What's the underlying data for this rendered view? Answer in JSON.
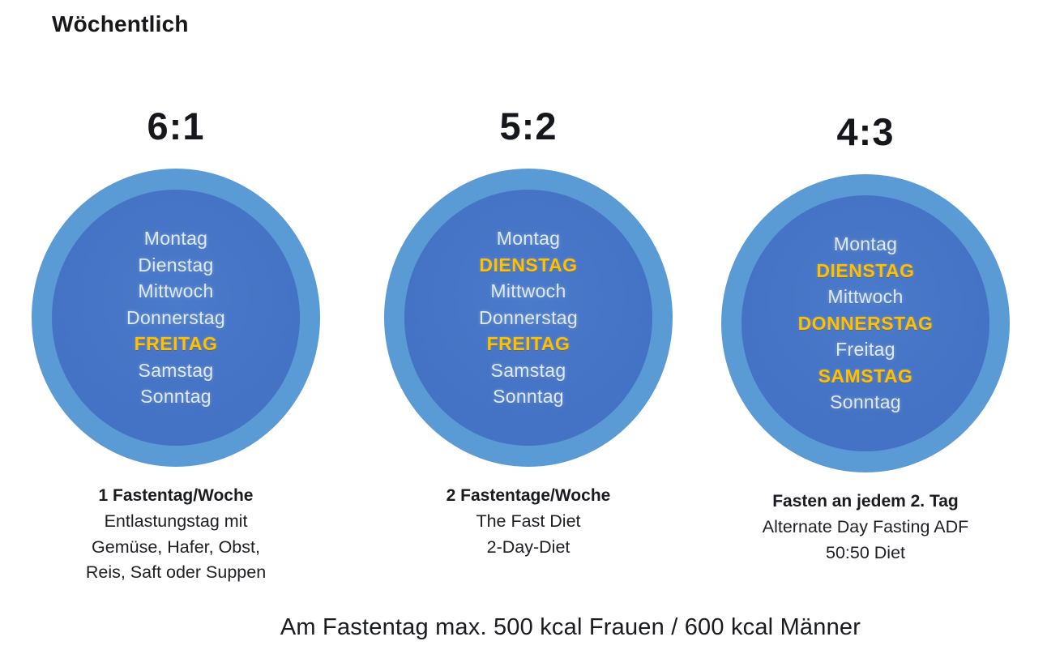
{
  "page": {
    "title": "Wöchentlich",
    "footer": "Am Fastentag max. 500 kcal Frauen / 600 kcal Männer"
  },
  "colors": {
    "ring": "#5B9BD5",
    "core": "#4472C4",
    "day_text": "#DCEBF7",
    "highlight": "#FFC000"
  },
  "plans": [
    {
      "ratio": "6:1",
      "days": [
        {
          "label": "Montag",
          "fasting": false
        },
        {
          "label": "Dienstag",
          "fasting": false
        },
        {
          "label": "Mittwoch",
          "fasting": false
        },
        {
          "label": "Donnerstag",
          "fasting": false
        },
        {
          "label": "FREITAG",
          "fasting": true
        },
        {
          "label": "Samstag",
          "fasting": false
        },
        {
          "label": "Sonntag",
          "fasting": false
        }
      ],
      "caption_title": "1 Fastentag/Woche",
      "caption_lines": [
        "Entlastungstag mit",
        "Gemüse, Hafer, Obst,",
        "Reis, Saft oder Suppen"
      ]
    },
    {
      "ratio": "5:2",
      "days": [
        {
          "label": "Montag",
          "fasting": false
        },
        {
          "label": "DIENSTAG",
          "fasting": true
        },
        {
          "label": "Mittwoch",
          "fasting": false
        },
        {
          "label": "Donnerstag",
          "fasting": false
        },
        {
          "label": "FREITAG",
          "fasting": true
        },
        {
          "label": "Samstag",
          "fasting": false
        },
        {
          "label": "Sonntag",
          "fasting": false
        }
      ],
      "caption_title": "2 Fastentage/Woche",
      "caption_lines": [
        "The Fast Diet",
        "2-Day-Diet"
      ]
    },
    {
      "ratio": "4:3",
      "days": [
        {
          "label": "Montag",
          "fasting": false
        },
        {
          "label": "DIENSTAG",
          "fasting": true
        },
        {
          "label": "Mittwoch",
          "fasting": false
        },
        {
          "label": "DONNERSTAG",
          "fasting": true
        },
        {
          "label": "Freitag",
          "fasting": false
        },
        {
          "label": "SAMSTAG",
          "fasting": true
        },
        {
          "label": "Sonntag",
          "fasting": false
        }
      ],
      "caption_title": "Fasten an jedem 2. Tag",
      "caption_lines": [
        "Alternate Day Fasting ADF",
        "50:50 Diet"
      ]
    }
  ]
}
